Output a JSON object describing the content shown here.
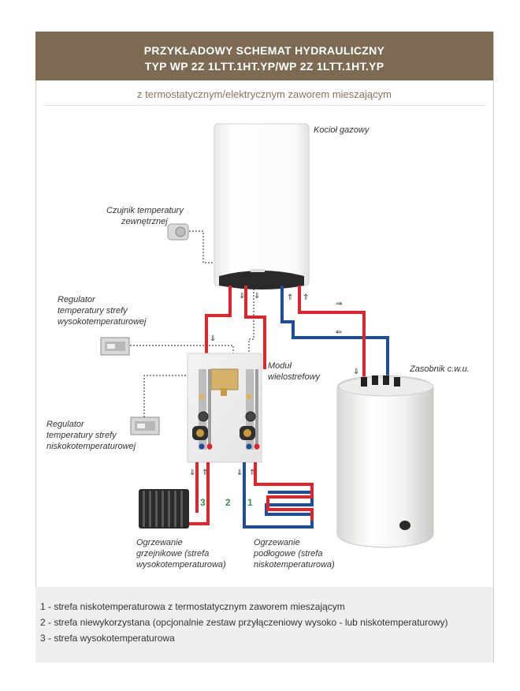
{
  "header": {
    "title_line1": "PRZYKŁADOWY SCHEMAT HYDRAULICZNY",
    "title_line2": "TYP WP 2Z 1LTT.1HT.YP/WP 2Z 1LTT.1HT.YP"
  },
  "subtitle": "z termostatycznym/elektrycznym zaworem mieszającym",
  "labels": {
    "boiler": "Kocioł gazowy",
    "sensor_line1": "Czujnik temperatury",
    "sensor_line2": "zewnętrznej",
    "reg_high_line1": "Regulator",
    "reg_high_line2": "temperatury strefy",
    "reg_high_line3": "wysokotemperaturowej",
    "reg_low_line1": "Regulator",
    "reg_low_line2": "temperatury strefy",
    "reg_low_line3": "niskokotemperaturowej",
    "module_line1": "Moduł",
    "module_line2": "wielostrefowy",
    "tank": "Zasobnik c.w.u.",
    "rad_line1": "Ogrzewanie",
    "rad_line2": "grzejnikowe (strefa",
    "rad_line3": "wysokotemperaturowa)",
    "floor_line1": "Ogrzewanie",
    "floor_line2": "podłogowe (strefa",
    "floor_line3": "niskotemperaturowa)",
    "zone3": "3",
    "zone2": "2",
    "zone1": "1"
  },
  "legend": {
    "item1": "1 - strefa niskotemperaturowa z termostatycznym zaworem mieszającym",
    "item2": "2 - strefa niewykorzystana (opcjonalnie zestaw przyłączeniowy wysoko - lub niskotemperaturowy)",
    "item3": "3 - strefa wysokotemperaturowa"
  },
  "colors": {
    "header_bg": "#7d6a52",
    "supply_pipe": "#e0242b",
    "return_pipe": "#1f4d9a",
    "zone_number": "#2a9a4a"
  }
}
